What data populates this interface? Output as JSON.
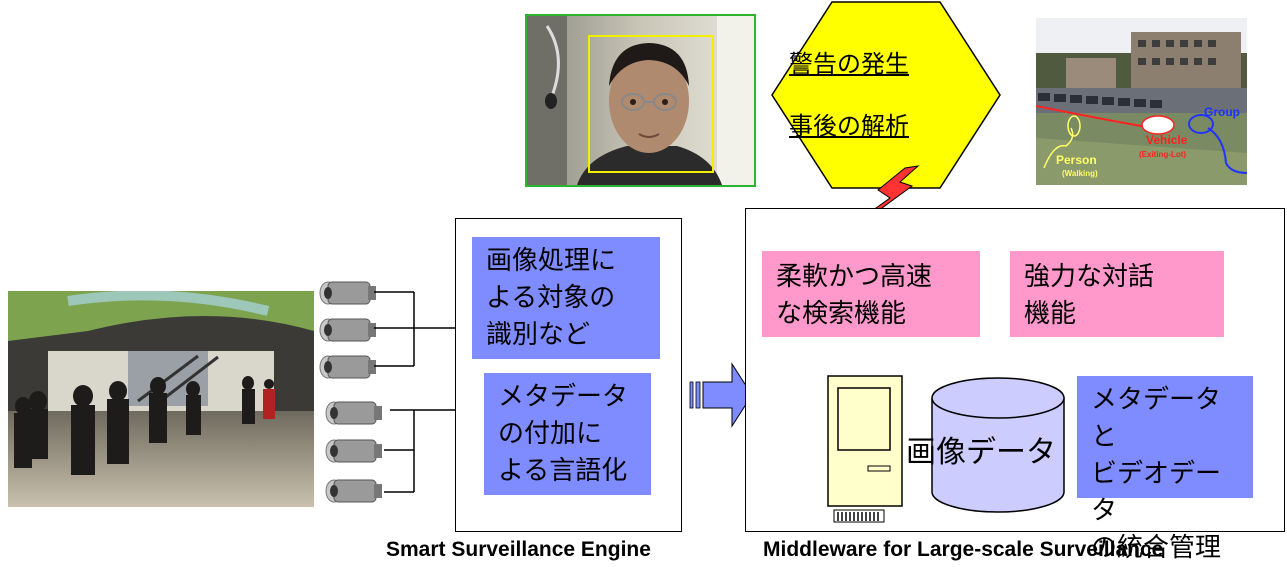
{
  "hexagon": {
    "line1": "警告の発生",
    "line2": "事後の解析"
  },
  "engine": {
    "box1": [
      "画像処理に",
      "よる対象の",
      "識別など"
    ],
    "box2": [
      "メタデータ",
      "の付加に",
      "よる言語化"
    ],
    "caption": "Smart Surveillance Engine"
  },
  "middleware": {
    "pink1": [
      "柔軟かつ高速",
      "な検索機能"
    ],
    "pink2": [
      "強力な対話",
      "機能"
    ],
    "db_label": "画像データ",
    "box3": [
      "メタデータと",
      "ビデオデータ",
      "の統合管理"
    ],
    "caption": "Middleware for Large-scale Surveillance"
  },
  "parking": {
    "person": "Person",
    "walking": "(Walking)",
    "vehicle": "Vehicle",
    "exiting": "(Exiting-Lot)",
    "group": "Group"
  },
  "colors": {
    "blue_box": "#7f8cff",
    "pink_box": "#ff99cc",
    "hexagon": "#ffff00",
    "lightning": "#ff3333",
    "arrow": "#7f8cff",
    "database": "#ccccff",
    "computer": "#ffffcc"
  }
}
